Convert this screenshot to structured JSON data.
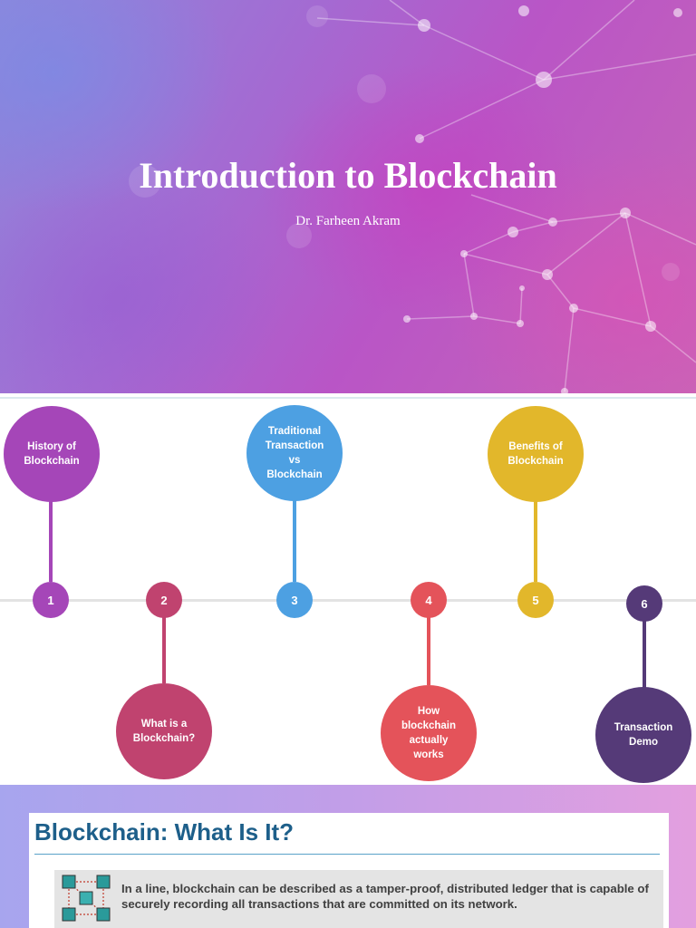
{
  "slide1": {
    "title": "Introduction to Blockchain",
    "subtitle": "Dr. Farheen Akram"
  },
  "slide2": {
    "milestones": [
      {
        "number": "1",
        "label": "History of\nBlockchain",
        "position": "above",
        "color": "#a546b8"
      },
      {
        "number": "2",
        "label": "What is a\nBlockchain?",
        "position": "below",
        "color": "#c0436f"
      },
      {
        "number": "3",
        "label": "Traditional\nTransaction\nvs\nBlockchain",
        "position": "above",
        "color": "#4da0e2"
      },
      {
        "number": "4",
        "label": "How\nblockchain\nactually\nworks",
        "position": "below",
        "color": "#e4535a"
      },
      {
        "number": "5",
        "label": "Benefits of\nBlockchain",
        "position": "above",
        "color": "#e2b72b"
      },
      {
        "number": "6",
        "label": "Transaction\nDemo",
        "position": "below",
        "color": "#553a78"
      }
    ]
  },
  "slide3": {
    "heading": "Blockchain: What Is It?",
    "description": "In a line, blockchain can be described as a tamper-proof, distributed ledger that is capable of securely recording all transactions that are committed on its network."
  },
  "colors": {
    "heading_blue": "#1d5f8a",
    "axis_gray": "#e3e3e3"
  },
  "icons": [
    "network-nodes-decoration",
    "blockchain-cubes-icon"
  ]
}
